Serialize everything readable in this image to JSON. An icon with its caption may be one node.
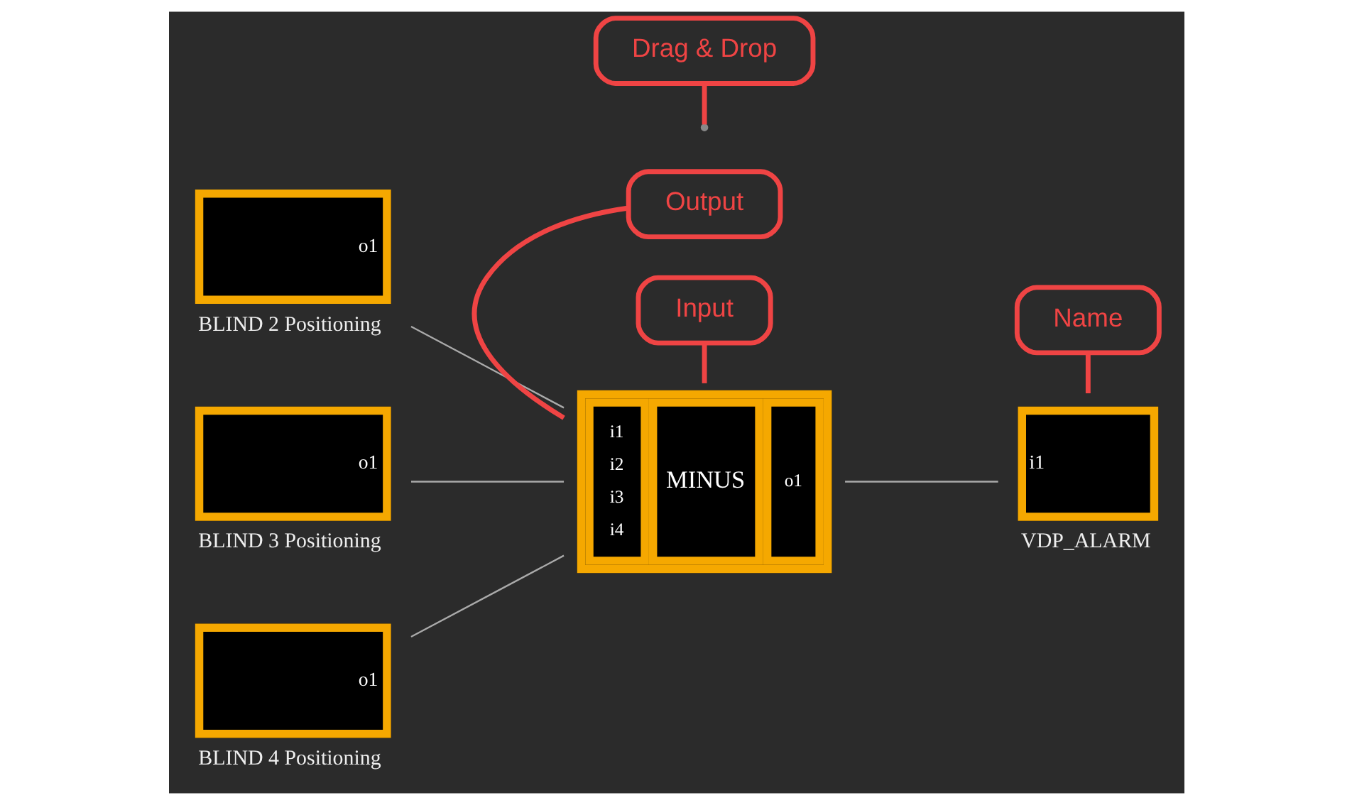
{
  "diagram": {
    "nodes": [
      {
        "text": [
          "o1"
        ],
        "beside": [
          "BLIND 2 Positioning"
        ]
      },
      {
        "text": [
          "o1"
        ],
        "beside": [
          "BLIND 3 Positioning"
        ]
      },
      {
        "text": [
          "o1"
        ],
        "beside": [
          "BLIND 4 Positioning"
        ]
      },
      {
        "text": [
          "MINUS",
          "i1",
          "i2",
          "i3",
          "i4",
          "o1"
        ]
      },
      {
        "text": [
          "i1"
        ],
        "beside": [
          "VDP_ALARM"
        ]
      },
      {
        "text": [
          "Drag & Drop"
        ]
      },
      {
        "text": [
          "Output"
        ]
      },
      {
        "text": [
          "Input"
        ]
      },
      {
        "text": [
          "Name"
        ]
      }
    ],
    "edges": [
      {
        "from": 0,
        "to": 3,
        "arrow": "none"
      },
      {
        "from": 1,
        "to": 3,
        "arrow": "none"
      },
      {
        "from": 2,
        "to": 3,
        "arrow": "none"
      },
      {
        "from": 3,
        "to": 4,
        "arrow": "none"
      },
      {
        "from": 5,
        "to": null,
        "arrow": "none",
        "style": "thick",
        "color": "#ef4444"
      },
      {
        "from": 6,
        "to": 3,
        "arrow": "none",
        "style": "thick",
        "color": "#ef4444"
      },
      {
        "from": 7,
        "to": 3,
        "arrow": "none",
        "style": "thick",
        "color": "#ef4444"
      },
      {
        "from": 8,
        "to": 4,
        "arrow": "none",
        "style": "thick",
        "color": "#ef4444"
      }
    ]
  }
}
